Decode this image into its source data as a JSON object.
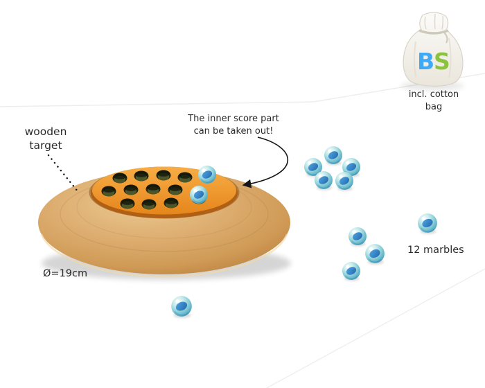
{
  "product_scene": {
    "labels": {
      "wooden_target_line1": "wooden",
      "wooden_target_line2": "target",
      "inner_score_line1": "The inner score part",
      "inner_score_line2": "can be taken out!",
      "diameter": "Ø=19cm",
      "marble_count": "12 marbles",
      "cotton_bag_line1": "incl. cotton",
      "cotton_bag_line2": "bag"
    },
    "bag_logo": {
      "b": "B",
      "s": "S"
    },
    "colors": {
      "logo_b": "#3fa9f5",
      "logo_s": "#8ac43f",
      "wood": "#d6a367",
      "insert_orange": "#f09a32",
      "hole_green": "#4c5628",
      "marble_blue": "#2e86c8",
      "annotation_ink": "#1a1a1a"
    }
  }
}
